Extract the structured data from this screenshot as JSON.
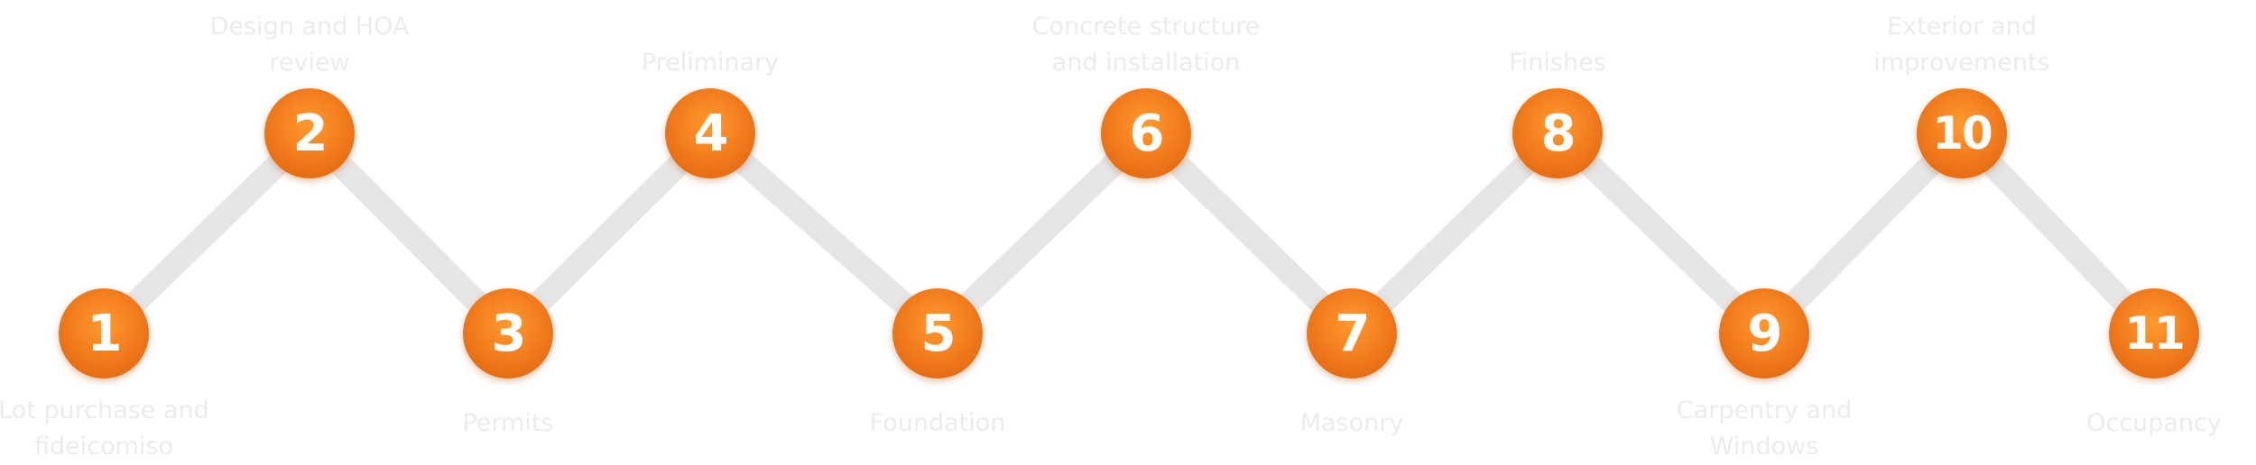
{
  "steps": [
    {
      "number": "1",
      "label": "Lot purchase and fideicomiso",
      "position": "bottom"
    },
    {
      "number": "2",
      "label": "Design and HOA review",
      "position": "top"
    },
    {
      "number": "3",
      "label": "Permits",
      "position": "bottom"
    },
    {
      "number": "4",
      "label": "Preliminary",
      "position": "top"
    },
    {
      "number": "5",
      "label": "Foundation",
      "position": "bottom"
    },
    {
      "number": "6",
      "label": "Concrete structure and installation",
      "position": "top"
    },
    {
      "number": "7",
      "label": "Masonry",
      "position": "bottom"
    },
    {
      "number": "8",
      "label": "Finishes",
      "position": "top"
    },
    {
      "number": "9",
      "label": "Carpentry and Windows",
      "position": "bottom"
    },
    {
      "number": "10",
      "label": "Exterior and improvements",
      "position": "top"
    },
    {
      "number": "11",
      "label": "Occupancy",
      "position": "bottom"
    }
  ],
  "colors": {
    "node": "#f07a1a",
    "connector": "#e6e6e6",
    "label": "#ececec",
    "number": "#ffffff"
  }
}
